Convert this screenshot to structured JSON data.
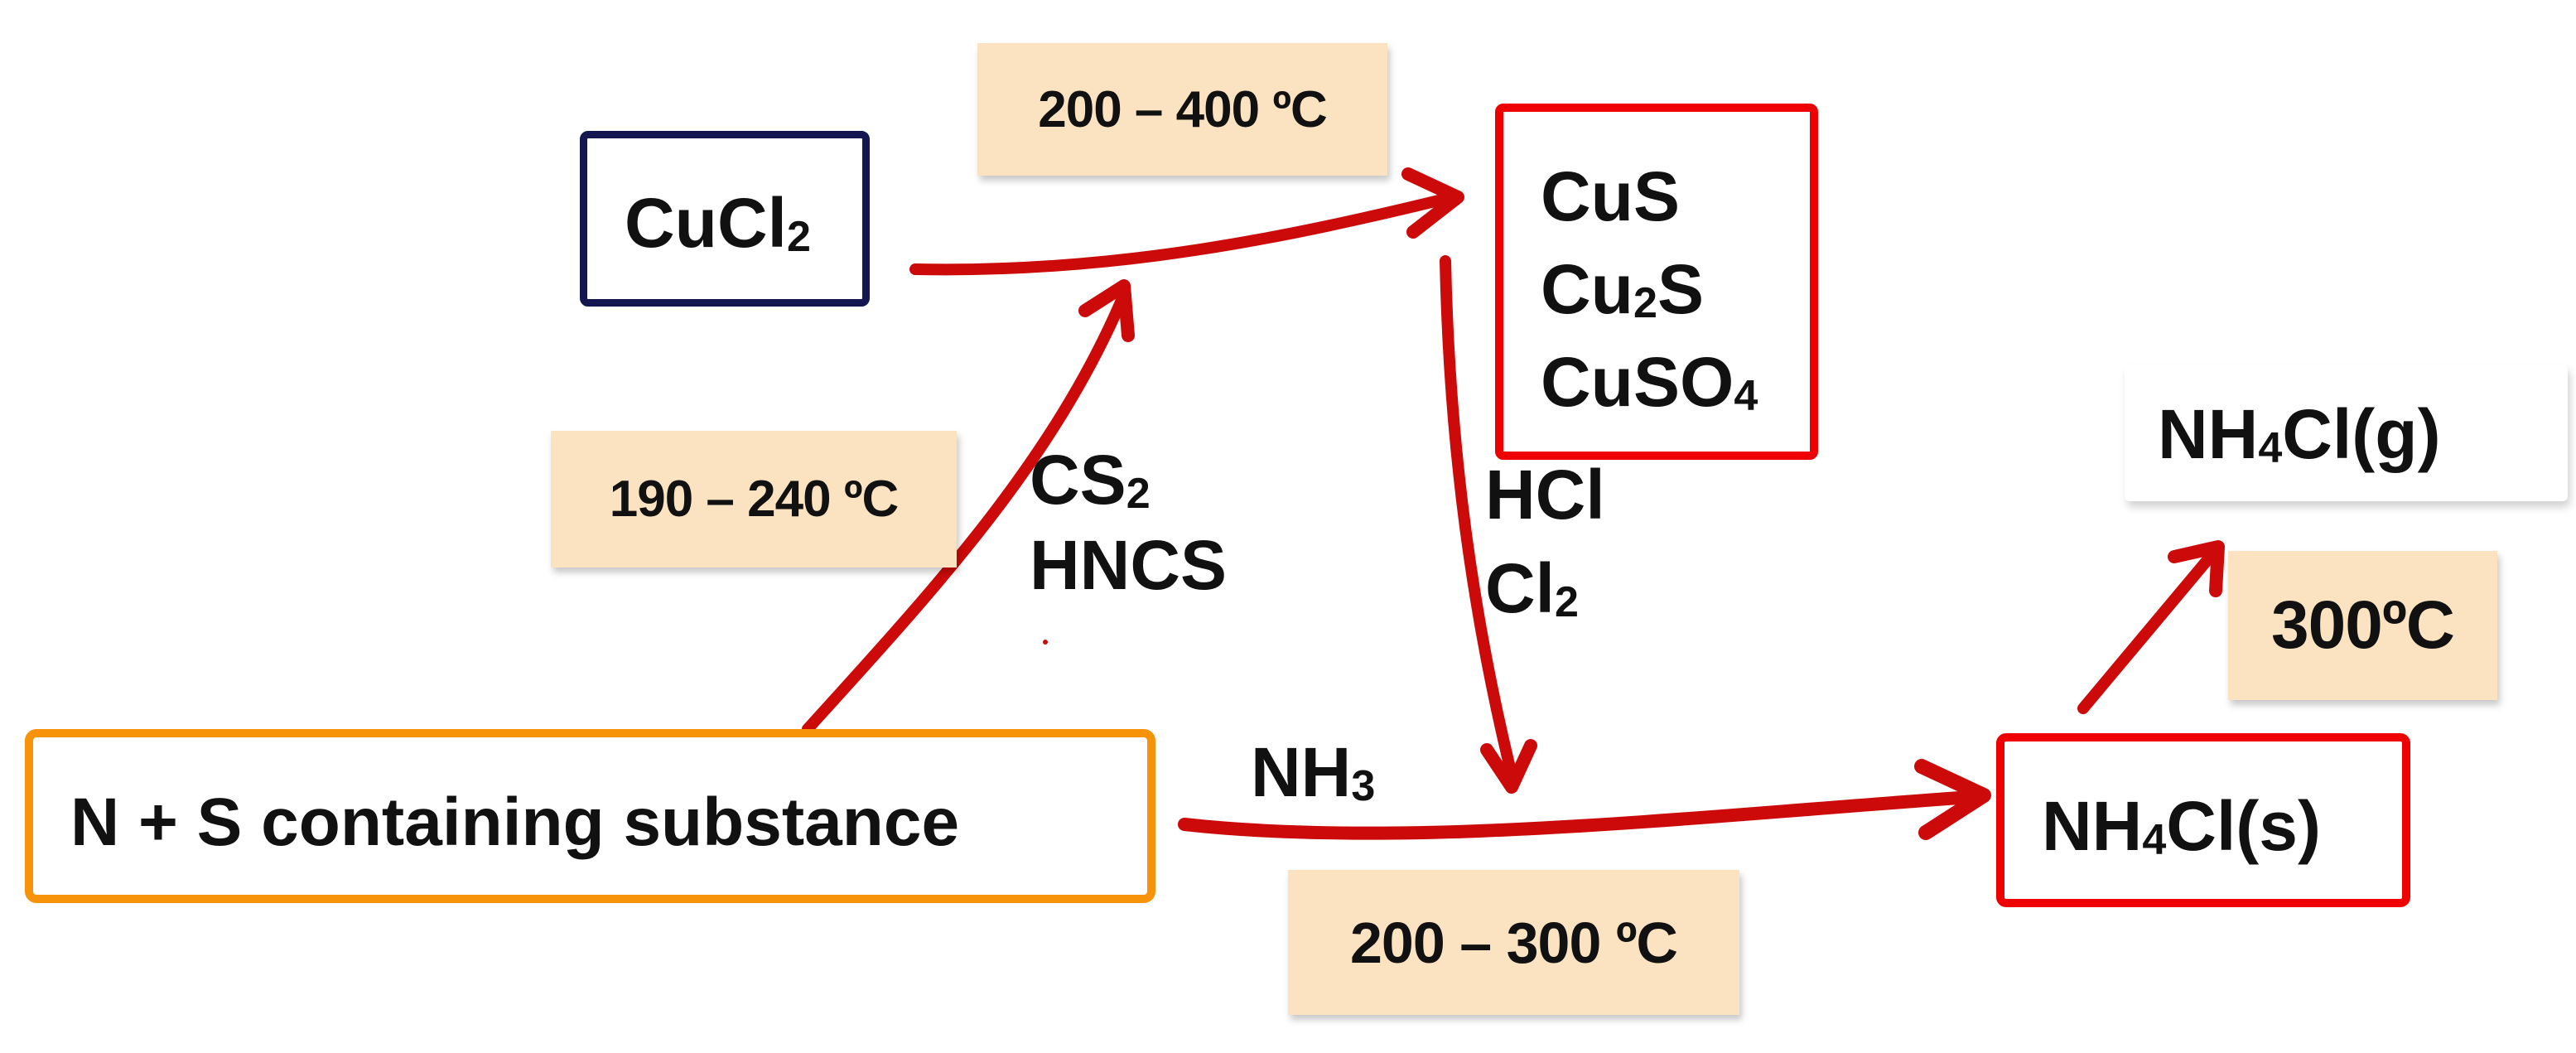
{
  "nodes": {
    "cucl2": {
      "main": "CuCl",
      "sub": "2"
    },
    "products": [
      {
        "main": "CuS",
        "sub": "",
        "tail": ""
      },
      {
        "main": "Cu",
        "sub": "2",
        "tail": "S"
      },
      {
        "main": "CuSO",
        "sub": "4",
        "tail": ""
      }
    ],
    "nh4cl_g": {
      "main": "NH",
      "sub": "4",
      "tail": "Cl(g)"
    },
    "nh4cl_s": {
      "main": "NH",
      "sub": "4",
      "tail": "Cl(s)"
    },
    "substance": {
      "label": "N + S containing substance"
    }
  },
  "conditions": {
    "top": "200 – 400 ºC",
    "left": "190 – 240 ºC",
    "bottom": "200 – 300 ºC",
    "right": "300ºC"
  },
  "reagents": {
    "cs2": {
      "main": "CS",
      "sub": "2"
    },
    "hncs": "HNCS",
    "hcl": "HCl",
    "cl2": {
      "main": "Cl",
      "sub": "2"
    },
    "nh3": {
      "main": "NH",
      "sub": "3"
    }
  },
  "colors": {
    "arrow": "#cc0a0a",
    "cucl2_border": "#14164f",
    "product_border": "#ee0000",
    "substance_border": "#f7930a",
    "condition_bg": "#fbe3c2"
  }
}
